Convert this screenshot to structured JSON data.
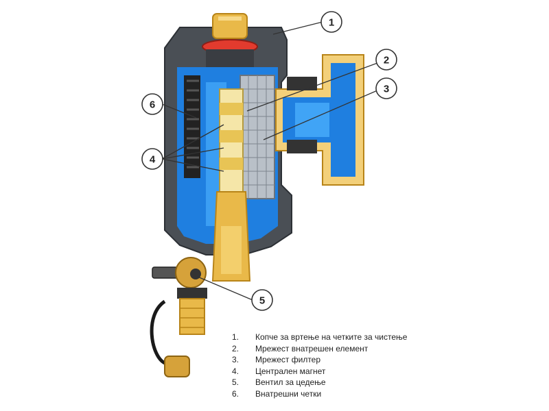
{
  "callouts": [
    {
      "number": "1"
    },
    {
      "number": "2"
    },
    {
      "number": "3"
    },
    {
      "number": "4"
    },
    {
      "number": "5"
    },
    {
      "number": "6"
    }
  ],
  "legend": [
    {
      "number": "1.",
      "text": "Копче за вртење на четките за чистење"
    },
    {
      "number": "2.",
      "text": "Мрежест внатрешен елемент"
    },
    {
      "number": "3.",
      "text": "Мрежест филтер"
    },
    {
      "number": "4.",
      "text": "Централен магнет"
    },
    {
      "number": "5.",
      "text": "Вентил за цедење"
    },
    {
      "number": "6.",
      "text": "Внатрешни четки"
    }
  ],
  "colors": {
    "housing_dark": "#4a4f55",
    "housing_mid": "#7a7f86",
    "water_blue": "#1f7fe0",
    "water_light": "#4fb3ff",
    "brass": "#e9b949",
    "brass_dark": "#b88418",
    "magnet_yellow": "#f5e6a8",
    "mesh_grey": "#b9c0c8",
    "red_ring": "#e23b2e"
  }
}
